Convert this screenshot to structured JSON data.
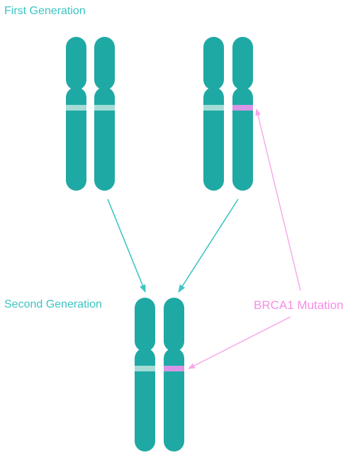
{
  "labels": {
    "first_generation": "First Generation",
    "second_generation": "Second Generation",
    "mutation": "BRCA1 Mutation"
  },
  "colors": {
    "chromosome": "#1fa9a4",
    "chromosome_highlight": "#4ec4bf",
    "normal_band": "#a6dcd6",
    "mutation_band": "#d796e6",
    "inheritance_arrow": "#3ec6c4",
    "mutation_arrow": "#f7a5ea",
    "generation_text": "#3cc5c2",
    "mutation_text": "#f68ee6"
  },
  "chromosome_pairs": [
    {
      "generation": "first",
      "chromatids": [
        "normal",
        "normal"
      ]
    },
    {
      "generation": "first",
      "chromatids": [
        "normal",
        "mutation"
      ]
    },
    {
      "generation": "second",
      "chromatids": [
        "normal",
        "mutation"
      ]
    }
  ]
}
